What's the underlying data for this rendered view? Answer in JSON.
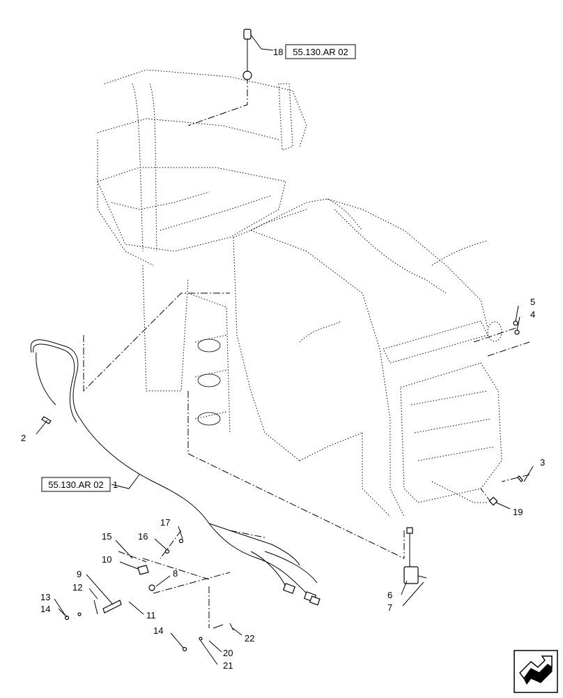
{
  "callouts": [
    {
      "id": "c18",
      "text": "18"
    },
    {
      "id": "c5",
      "text": "5"
    },
    {
      "id": "c4",
      "text": "4"
    },
    {
      "id": "c2",
      "text": "2"
    },
    {
      "id": "c1",
      "text": "1"
    },
    {
      "id": "c3",
      "text": "3"
    },
    {
      "id": "c19",
      "text": "19"
    },
    {
      "id": "c17",
      "text": "17"
    },
    {
      "id": "c15",
      "text": "15"
    },
    {
      "id": "c16",
      "text": "16"
    },
    {
      "id": "c10",
      "text": "10"
    },
    {
      "id": "c8",
      "text": "8"
    },
    {
      "id": "c9",
      "text": "9"
    },
    {
      "id": "c12",
      "text": "12"
    },
    {
      "id": "c13",
      "text": "13"
    },
    {
      "id": "c14a",
      "text": "14"
    },
    {
      "id": "c11",
      "text": "11"
    },
    {
      "id": "c6",
      "text": "6"
    },
    {
      "id": "c7",
      "text": "7"
    },
    {
      "id": "c14b",
      "text": "14"
    },
    {
      "id": "c22",
      "text": "22"
    },
    {
      "id": "c20",
      "text": "20"
    },
    {
      "id": "c21",
      "text": "21"
    }
  ],
  "references": [
    {
      "id": "ref-top",
      "text": "55.130.AR 02"
    },
    {
      "id": "ref-left",
      "text": "55.130.AR 02"
    }
  ],
  "nav_icon": "next-page-arrow-icon"
}
